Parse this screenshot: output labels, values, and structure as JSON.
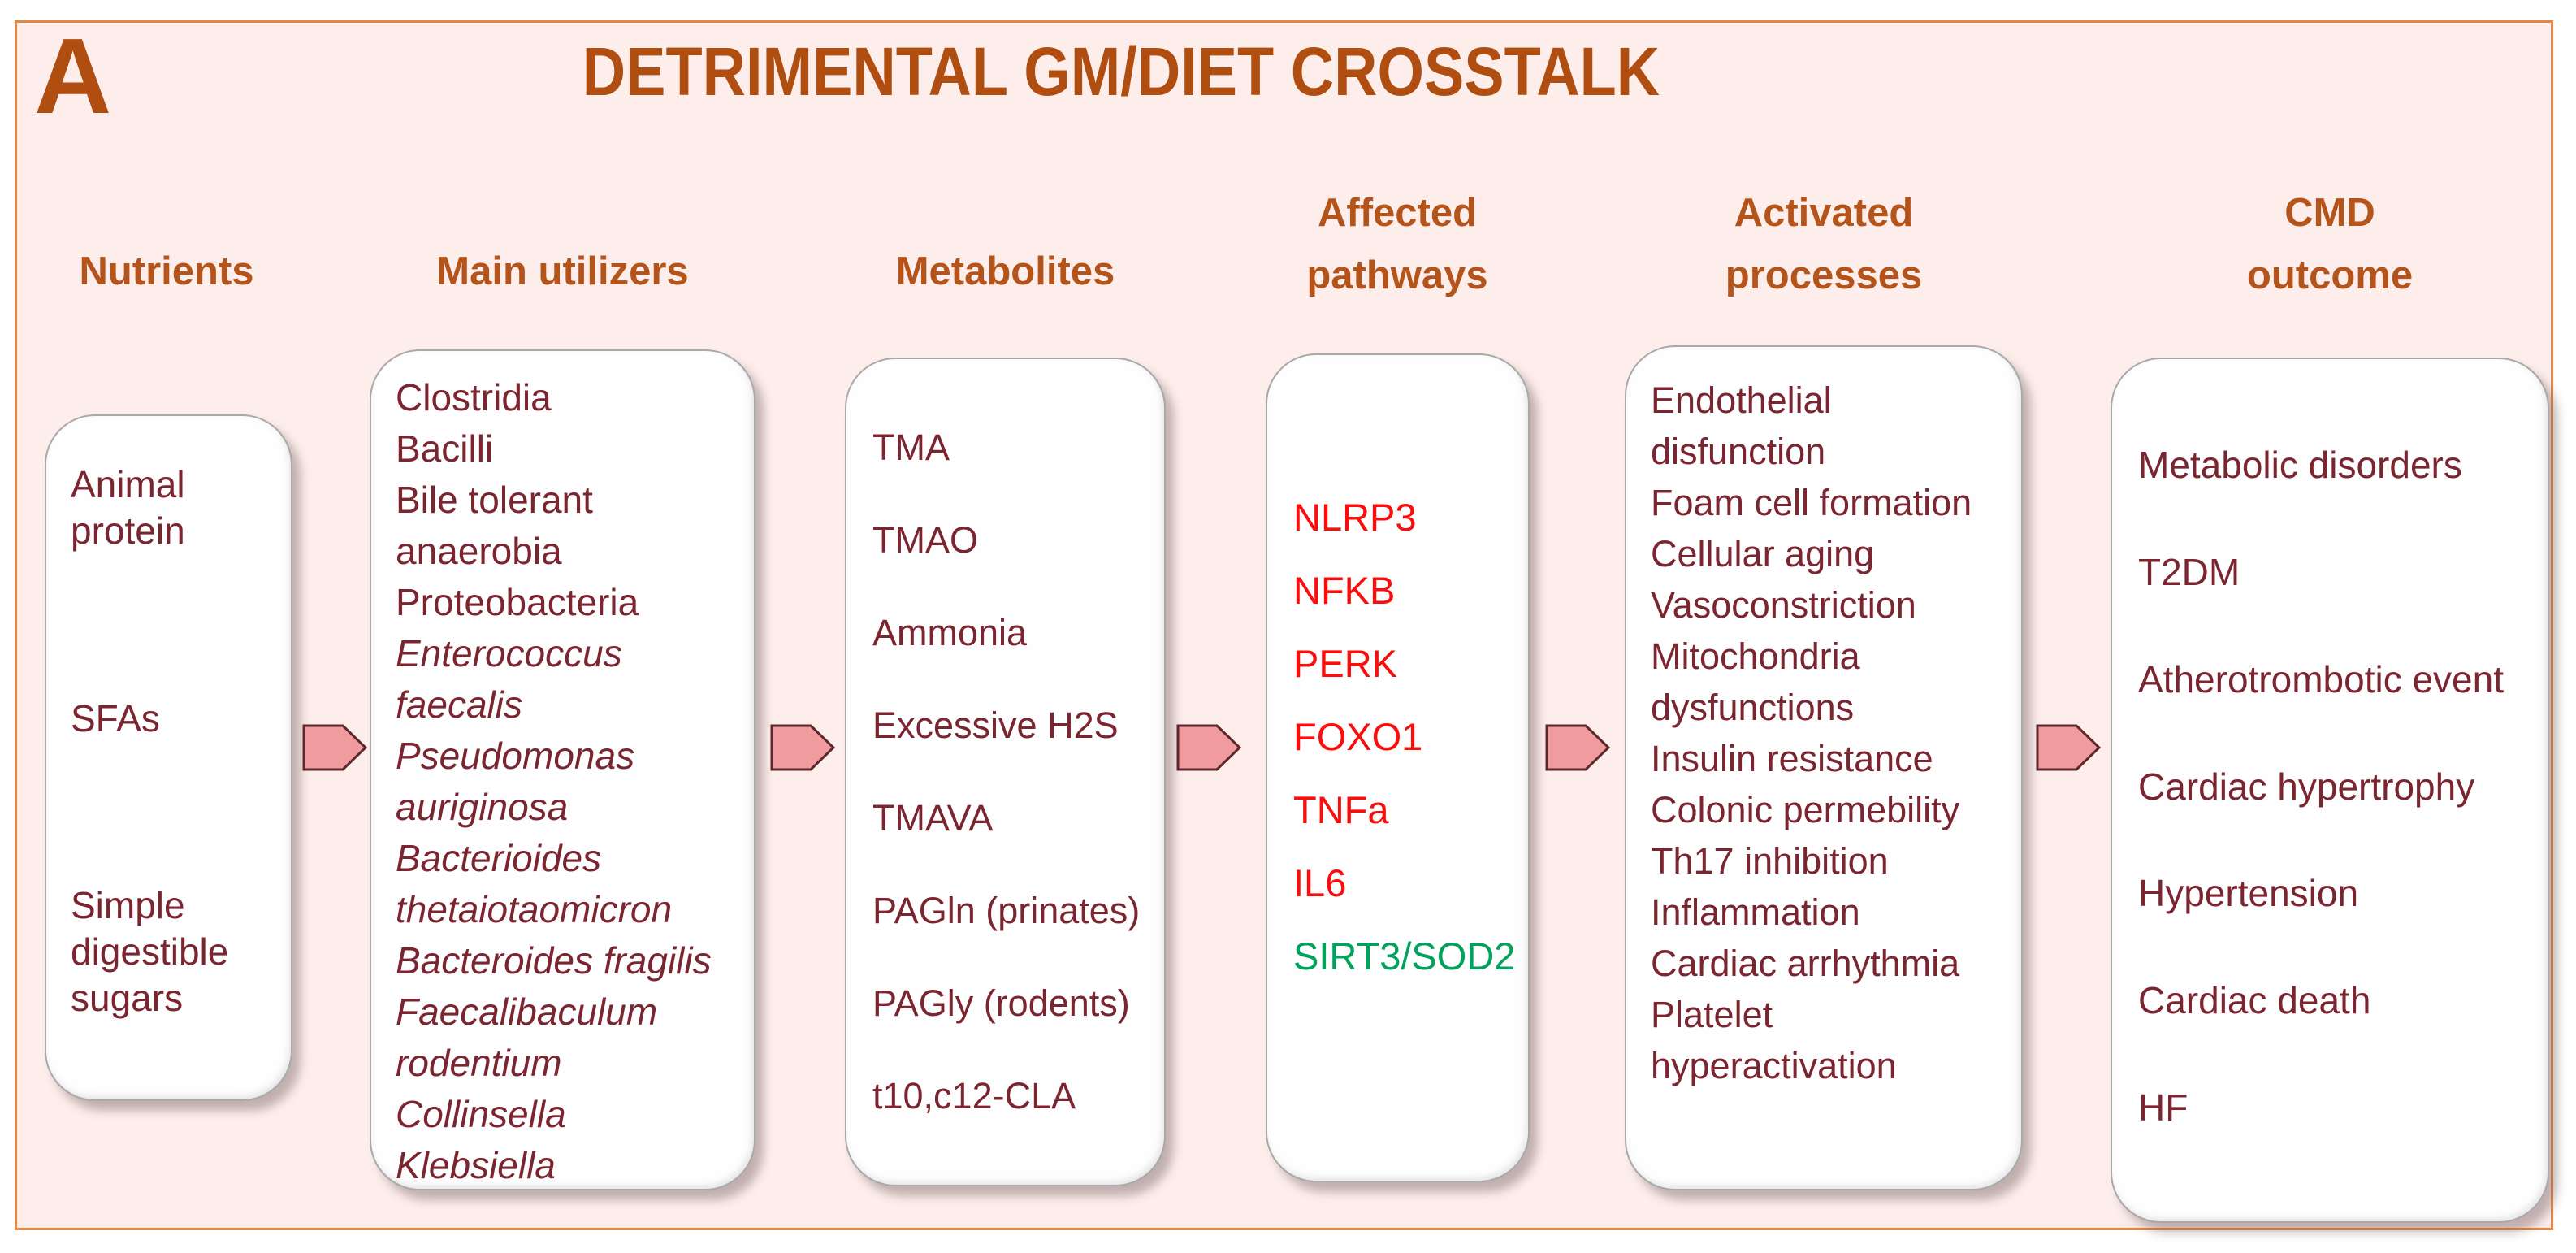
{
  "panel_label": "A",
  "title": "DETRIMENTAL GM/DIET CROSSTALK",
  "colors": {
    "background_pink": "#fdeeec",
    "frame_border_orange": "#e8873f",
    "heading_orange": "#b4541a",
    "body_maroon": "#7a2530",
    "pathway_red": "#f90d0d",
    "pathway_green": "#00a25c",
    "arrow_fill": "#f09b9d",
    "arrow_stroke": "#5d282b",
    "box_background": "#fefefe"
  },
  "columns": {
    "nutrients": {
      "header": "Nutrients",
      "items": [
        "Animal protein",
        "SFAs",
        "Simple digestible sugars"
      ]
    },
    "main_utilizers": {
      "header": "Main utilizers",
      "items": [
        "Clostridia",
        "Bacilli",
        "Bile tolerant anaerobia",
        "Proteobacteria",
        "Enterococcus faecalis",
        "Pseudomonas auriginosa",
        "Bacterioides thetaiotaomicron",
        "Bacteroides fragilis",
        "Faecalibaculum rodentium",
        "Collinsella",
        "Klebsiella"
      ]
    },
    "metabolites": {
      "header": "Metabolites",
      "items": [
        "TMA",
        "TMAO",
        "Ammonia",
        "Excessive H2S",
        "TMAVA",
        "PAGln (prinates)",
        "PAGly (rodents)",
        "t10,c12-CLA"
      ]
    },
    "affected_pathways": {
      "header": "Affected pathways",
      "items": [
        {
          "label": "NLRP3",
          "color": "#f90d0d"
        },
        {
          "label": "NFKB",
          "color": "#f90d0d"
        },
        {
          "label": "PERK",
          "color": "#f90d0d"
        },
        {
          "label": "FOXO1",
          "color": "#f90d0d"
        },
        {
          "label": "TNFa",
          "color": "#f90d0d"
        },
        {
          "label": "IL6",
          "color": "#f90d0d"
        },
        {
          "label": "SIRT3/SOD2",
          "color": "#00a25c"
        }
      ]
    },
    "activated_processes": {
      "header": "Activated processes",
      "items": [
        "Endothelial disfunction",
        "Foam cell formation",
        "Cellular aging",
        "Vasoconstriction",
        "Mitochondria dysfunctions",
        "Insulin resistance",
        "Colonic permebility",
        "Th17 inhibition",
        "Inflammation",
        "Cardiac arrhythmia",
        "Platelet hyperactivation"
      ]
    },
    "cmd_outcome": {
      "header": "CMD outcome",
      "items": [
        "Metabolic disorders",
        "T2DM",
        "Atherotrombotic event",
        "Cardiac hypertrophy",
        "Hypertension",
        "Cardiac death",
        "HF"
      ]
    }
  },
  "arrows": {
    "icon": "flow-arrow-right-icon",
    "count": 5
  }
}
